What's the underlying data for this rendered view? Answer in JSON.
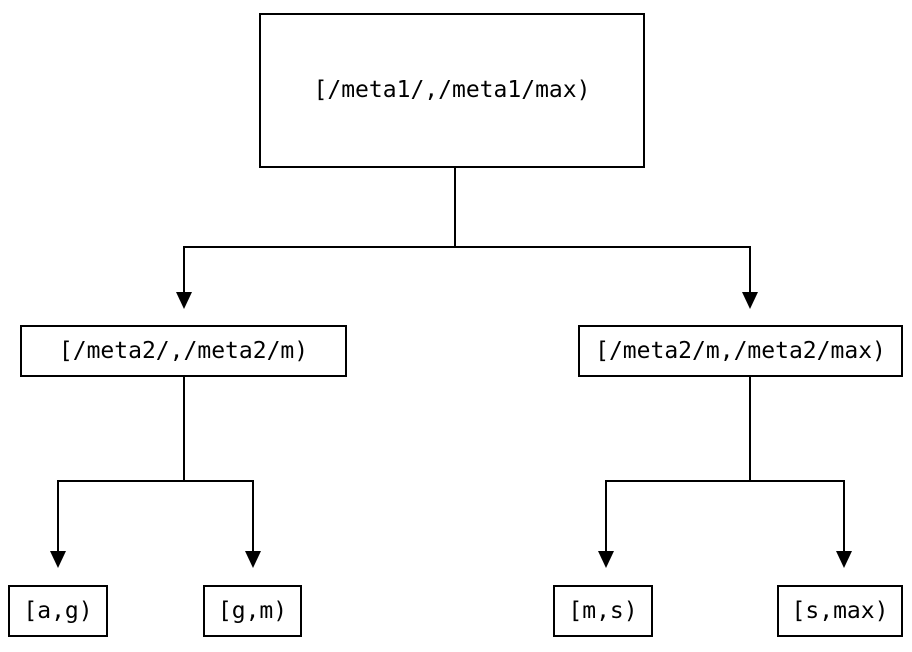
{
  "diagram": {
    "type": "tree",
    "tree": {
      "label": "[/meta1/,/meta1/max)",
      "children": [
        {
          "label": "[/meta2/,/meta2/m)",
          "children": [
            {
              "label": "[a,g)"
            },
            {
              "label": "[g,m)"
            }
          ]
        },
        {
          "label": "[/meta2/m,/meta2/max)",
          "children": [
            {
              "label": "[m,s)"
            },
            {
              "label": "[s,max)"
            }
          ]
        }
      ]
    },
    "colors": {
      "line": "#000000",
      "box_border": "#000000",
      "box_fill": "#ffffff",
      "text": "#000000",
      "background": "#ffffff"
    }
  }
}
